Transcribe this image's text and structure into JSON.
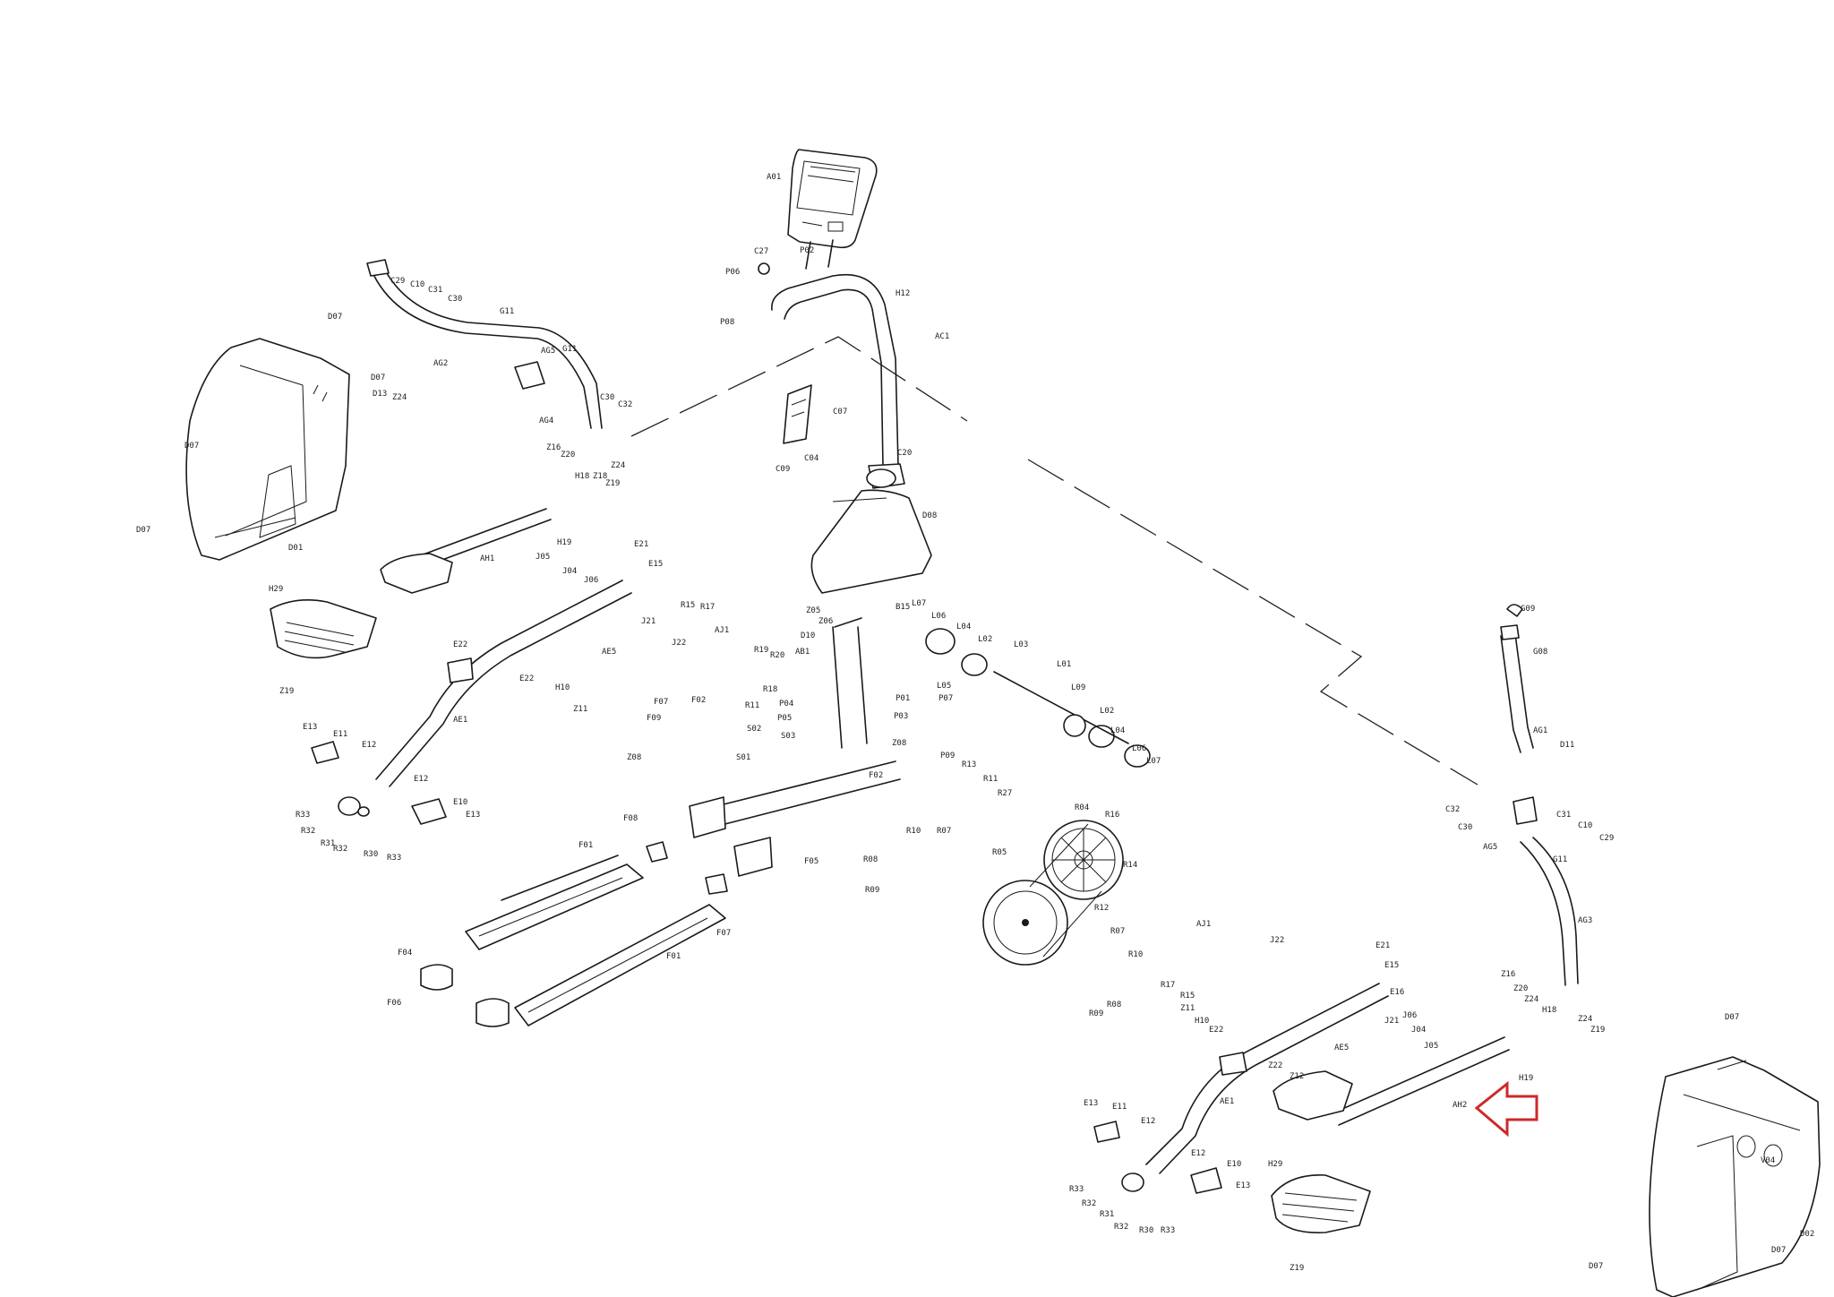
{
  "diagram": {
    "labels": {
      "a01": "A01",
      "c27": "C27",
      "p02": "P02",
      "p06": "P06",
      "p08": "P08",
      "h12": "H12",
      "ac1": "AC1",
      "c07": "C07",
      "c04": "C04",
      "c09": "C09",
      "c20": "C20",
      "d08": "D08",
      "d07_l": "D07",
      "d07_a": "D07",
      "d07_b": "D07",
      "d07_c": "D07",
      "d01": "D01",
      "d13": "D13",
      "z24_a": "Z24",
      "c29_l": "C29",
      "c10_l": "C10",
      "c31_l": "C31",
      "c30_l": "C30",
      "g11_l": "G11",
      "ag2": "AG2",
      "ag5_l": "AG5",
      "g11_b": "G11",
      "c30_b": "C30",
      "c32_l": "C32",
      "ag4": "AG4",
      "z16_l": "Z16",
      "z20_l": "Z20",
      "z24_l": "Z24",
      "h18_l": "H18",
      "z18_l": "Z18",
      "z19_l": "Z19",
      "h19_l": "H19",
      "ah1": "AH1",
      "j05_l": "J05",
      "j04_l": "J04",
      "j06_l": "J06",
      "h29_l": "H29",
      "z19_b": "Z19",
      "e21_l": "E21",
      "e15_l": "E15",
      "j21_l": "J21",
      "r15_l": "R15",
      "r17_l": "R17",
      "aj1_l": "AJ1",
      "ae5_l": "AE5",
      "j22_l": "J22",
      "e22_a": "E22",
      "e22_b": "E22",
      "h10_l": "H10",
      "z11_l": "Z11",
      "ae1_l": "AE1",
      "e13_l": "E13",
      "e11_l": "E11",
      "e12_a": "E12",
      "e12_b": "E12",
      "e10_l": "E10",
      "e13_b": "E13",
      "r33_l": "R33",
      "r32_l": "R32",
      "r31_l": "R31",
      "r30_l": "R30",
      "r33_b": "R33",
      "r32_b": "R32",
      "z05": "Z05",
      "z06": "Z06",
      "d10": "D10",
      "b15": "B15",
      "l07": "L07",
      "l06": "L06",
      "l04": "L04",
      "l02": "L02",
      "l03": "L03",
      "l01": "L01",
      "l05": "L05",
      "l09": "L09",
      "l02b": "L02",
      "l04b": "L04",
      "l06b": "L06",
      "l07b": "L07",
      "ab1": "AB1",
      "r19": "R19",
      "r20": "R20",
      "r11": "R11",
      "r18": "R18",
      "f07_a": "F07",
      "f02": "F02",
      "f09": "F09",
      "s02": "S02",
      "s03": "S03",
      "s01": "S01",
      "p05": "P05",
      "p04": "P04",
      "p01": "P01",
      "p03": "P03",
      "p07": "P07",
      "z08": "Z08",
      "p09": "P09",
      "r13": "R13",
      "r11b": "R11",
      "f02b": "F02",
      "r27": "R27",
      "z08b": "Z08",
      "f08": "F08",
      "f01_a": "F01",
      "f01_b": "F01",
      "f07_b": "F07",
      "f04": "F04",
      "f06": "F06",
      "r10": "R10",
      "r07": "R07",
      "r08": "R08",
      "r09": "R09",
      "f05": "F05",
      "r04": "R04",
      "r16": "R16",
      "r05": "R05",
      "r14": "R14",
      "r12": "R12",
      "r07b": "R07",
      "r10b": "R10",
      "r09b": "R09",
      "r08b": "R08",
      "aj1_r": "AJ1",
      "r17_r": "R17",
      "j22_r": "J22",
      "e21_r": "E21",
      "e15_r": "E15",
      "e16": "E16",
      "j06_r": "J06",
      "j04_r": "J04",
      "j05_r": "J05",
      "j21_r": "J21",
      "z11_r": "Z11",
      "h10_r": "H10",
      "r15_r": "R15",
      "e22_r": "E22",
      "ae5_r": "AE5",
      "z22": "Z22",
      "z12": "Z12",
      "ae1_r": "AE1",
      "ah2": "AH2",
      "e13_r": "E13",
      "e11_r": "E11",
      "e12_r": "E12",
      "e12_r2": "E12",
      "e10_r": "E10",
      "e13_r2": "E13",
      "r33_r": "R33",
      "r32_r": "R32",
      "r31_r": "R31",
      "r32_r2": "R32",
      "r30_r": "R30",
      "r33_r2": "R33",
      "h29_r": "H29",
      "z19_r": "Z19",
      "g09": "G09",
      "g08": "G08",
      "ag1": "AG1",
      "d11": "D11",
      "c32_r": "C32",
      "c30_r": "C30",
      "ag5_r": "AG5",
      "c31_r": "C31",
      "c10_r": "C10",
      "c29_r": "C29",
      "g11_r": "G11",
      "ag3": "AG3",
      "z16_r": "Z16",
      "z20_r": "Z20",
      "z24_r": "Z24",
      "h18_r": "H18",
      "z24_r2": "Z24",
      "z19_r2": "Z19",
      "h19_r": "H19",
      "d07_r": "D07",
      "v04": "V04",
      "d02": "D02",
      "d07_r2": "D07",
      "d07_r3": "D07"
    },
    "colors": {
      "line": "#1a1a1a",
      "arrow": "#cc2a2a"
    },
    "highlight_icon": "left-pointing-arrow-icon"
  }
}
